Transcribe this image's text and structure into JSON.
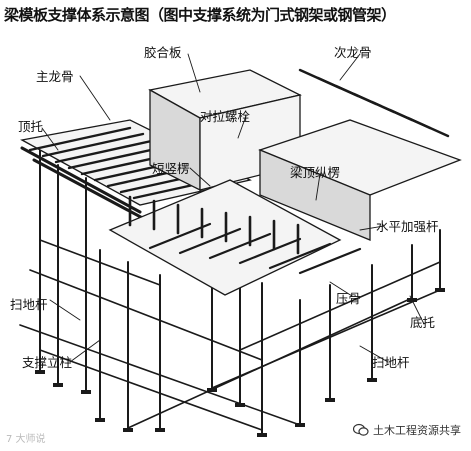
{
  "title": "梁模板支撑体系示意图（图中支撑系统为门式钢架或钢管架）",
  "labels": {
    "main_joist": "主龙骨",
    "plywood": "胶合板",
    "secondary_joist": "次龙骨",
    "top_support": "顶托",
    "tie_bolt": "对拉螺栓",
    "short_stud": "短竖楞",
    "beam_top_longitudinal": "梁顶纵楞",
    "horizontal_brace": "水平加强杆",
    "sweep_bar_left": "扫地杆",
    "pressure_bar": "压骨",
    "base_support": "底托",
    "vertical_post": "支撑立柱",
    "sweep_bar_right": "扫地杆"
  },
  "watermark_left": "7 大师说",
  "watermark_right": "土木工程资源共享",
  "colors": {
    "line": "#1a1a1a",
    "panel_fill": "#f4f4f4",
    "shadow_fill": "#d9d9d9"
  }
}
